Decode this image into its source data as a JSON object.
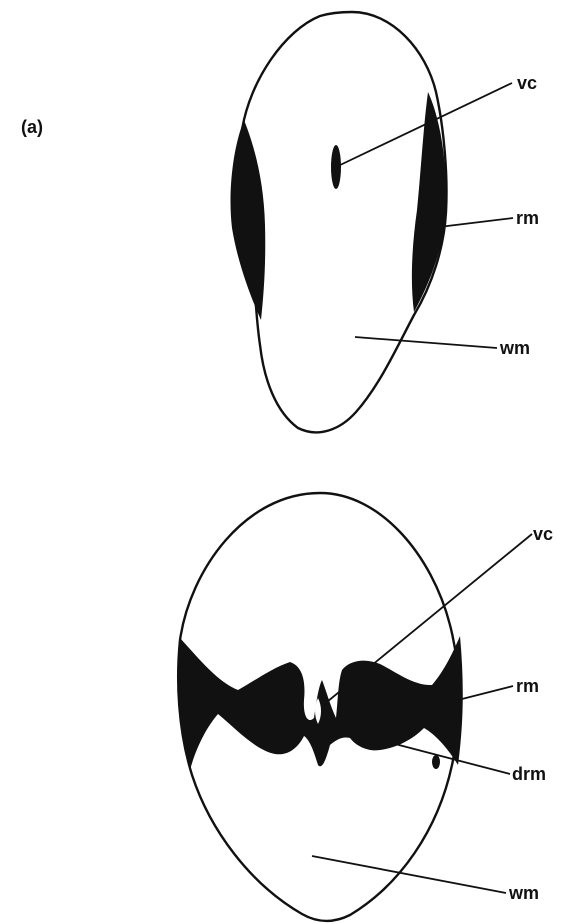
{
  "panel_a": {
    "panel_label": "(a)",
    "labels": {
      "vc": "vc",
      "rm": "rm",
      "wm": "wm"
    }
  },
  "panel_b": {
    "labels": {
      "vc": "vc",
      "rm": "rm",
      "drm": "drm",
      "wm": "wm"
    }
  },
  "colors": {
    "ink": "#111111",
    "background": "#ffffff"
  }
}
